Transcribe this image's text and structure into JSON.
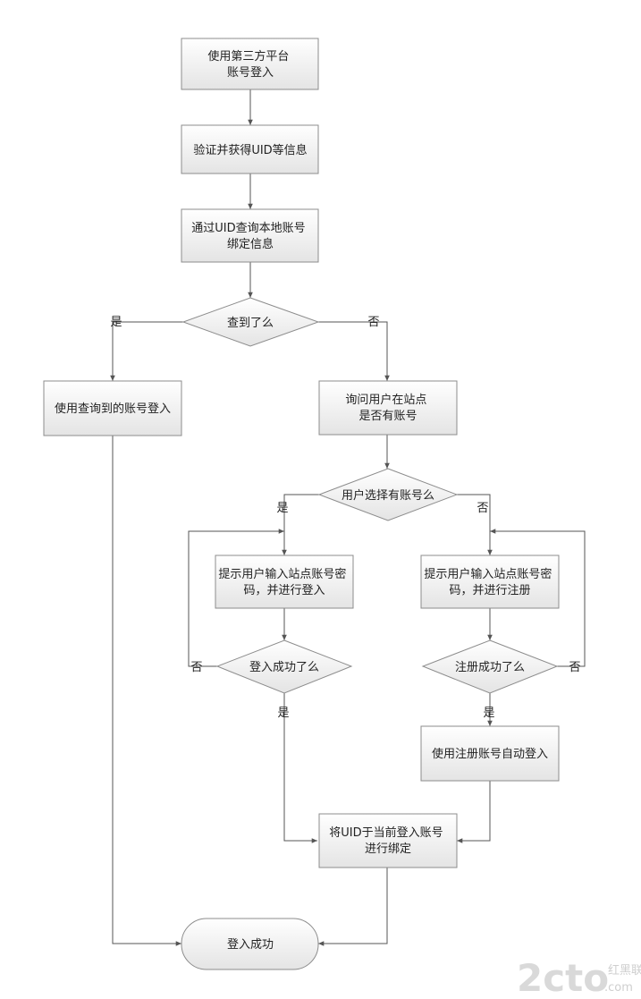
{
  "diagram": {
    "nodes": {
      "start": [
        "使用第三方平台",
        "账号登入"
      ],
      "verify": [
        "验证并获得UID等信息"
      ],
      "query": [
        "通过UID查询本地账号",
        "绑定信息"
      ],
      "found_decision": [
        "查到了么"
      ],
      "use_found": [
        "使用查询到的账号登入"
      ],
      "ask_user": [
        "询问用户在站点",
        "是否有账号"
      ],
      "choose_decision": [
        "用户选择有账号么"
      ],
      "login_prompt": [
        "提示用户输入站点账号密",
        "码，并进行登入"
      ],
      "register_prompt": [
        "提示用户输入站点账号密",
        "码，并进行注册"
      ],
      "login_ok_decision": [
        "登入成功了么"
      ],
      "register_ok_decision": [
        "注册成功了么"
      ],
      "auto_login": [
        "使用注册账号自动登入"
      ],
      "bind": [
        "将UID于当前登入账号",
        "进行绑定"
      ],
      "success": [
        "登入成功"
      ]
    },
    "edge_labels": {
      "found_yes": "是",
      "found_no": "否",
      "choose_yes": "是",
      "choose_no": "否",
      "login_no": "否",
      "login_yes": "是",
      "register_no": "否",
      "register_yes": "是"
    }
  },
  "watermark": {
    "logo": "2cto",
    "suffix": ".com",
    "tagline": "红黑联盟"
  },
  "colors": {
    "box_fill_top": "#ffffff",
    "box_fill_bottom": "#e6e6e6",
    "box_stroke": "#8c8c8c",
    "line": "#555555"
  }
}
